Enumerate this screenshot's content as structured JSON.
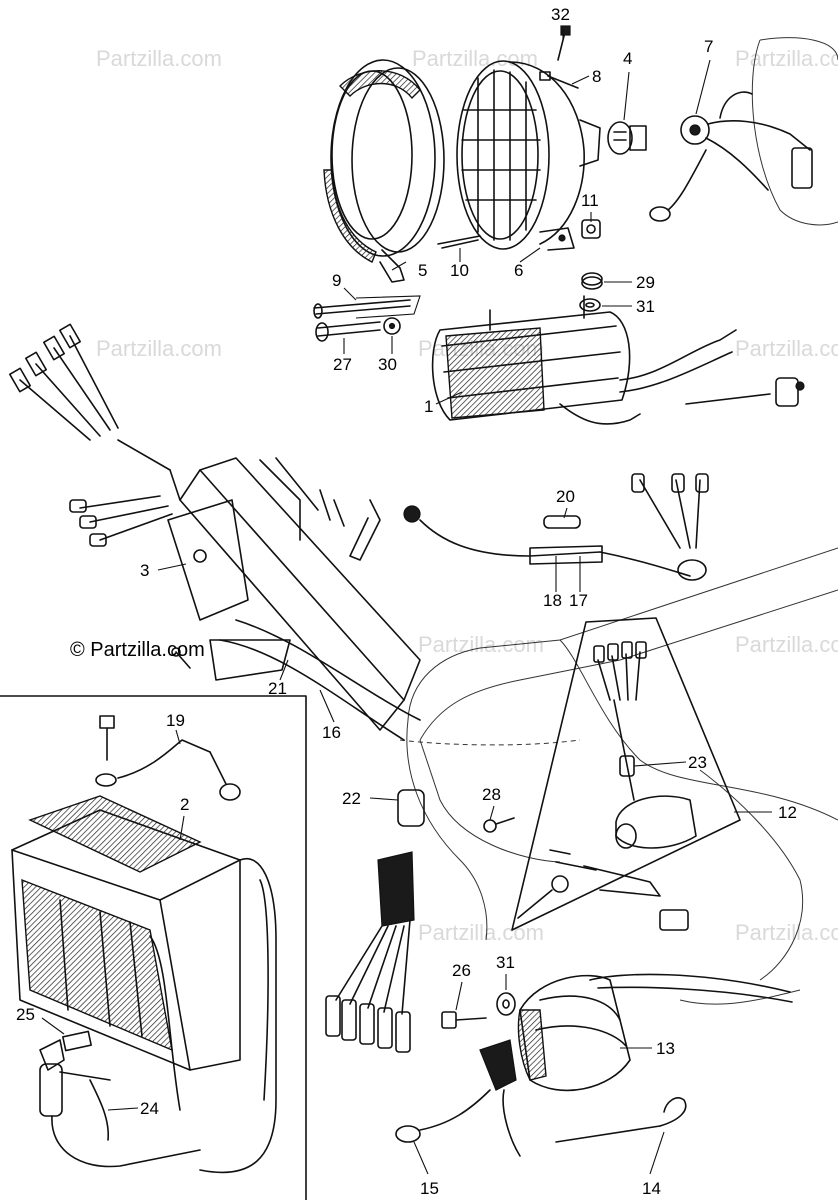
{
  "watermark": "Partzilla.com",
  "copyright": "© Partzilla.com",
  "callouts": [
    "32",
    "8",
    "4",
    "7",
    "11",
    "29",
    "31",
    "9",
    "5",
    "10",
    "6",
    "27",
    "30",
    "1",
    "20",
    "3",
    "18",
    "17",
    "21",
    "16",
    "19",
    "2",
    "22",
    "23",
    "28",
    "12",
    "26",
    "31",
    "13",
    "25",
    "24",
    "15",
    "14"
  ]
}
